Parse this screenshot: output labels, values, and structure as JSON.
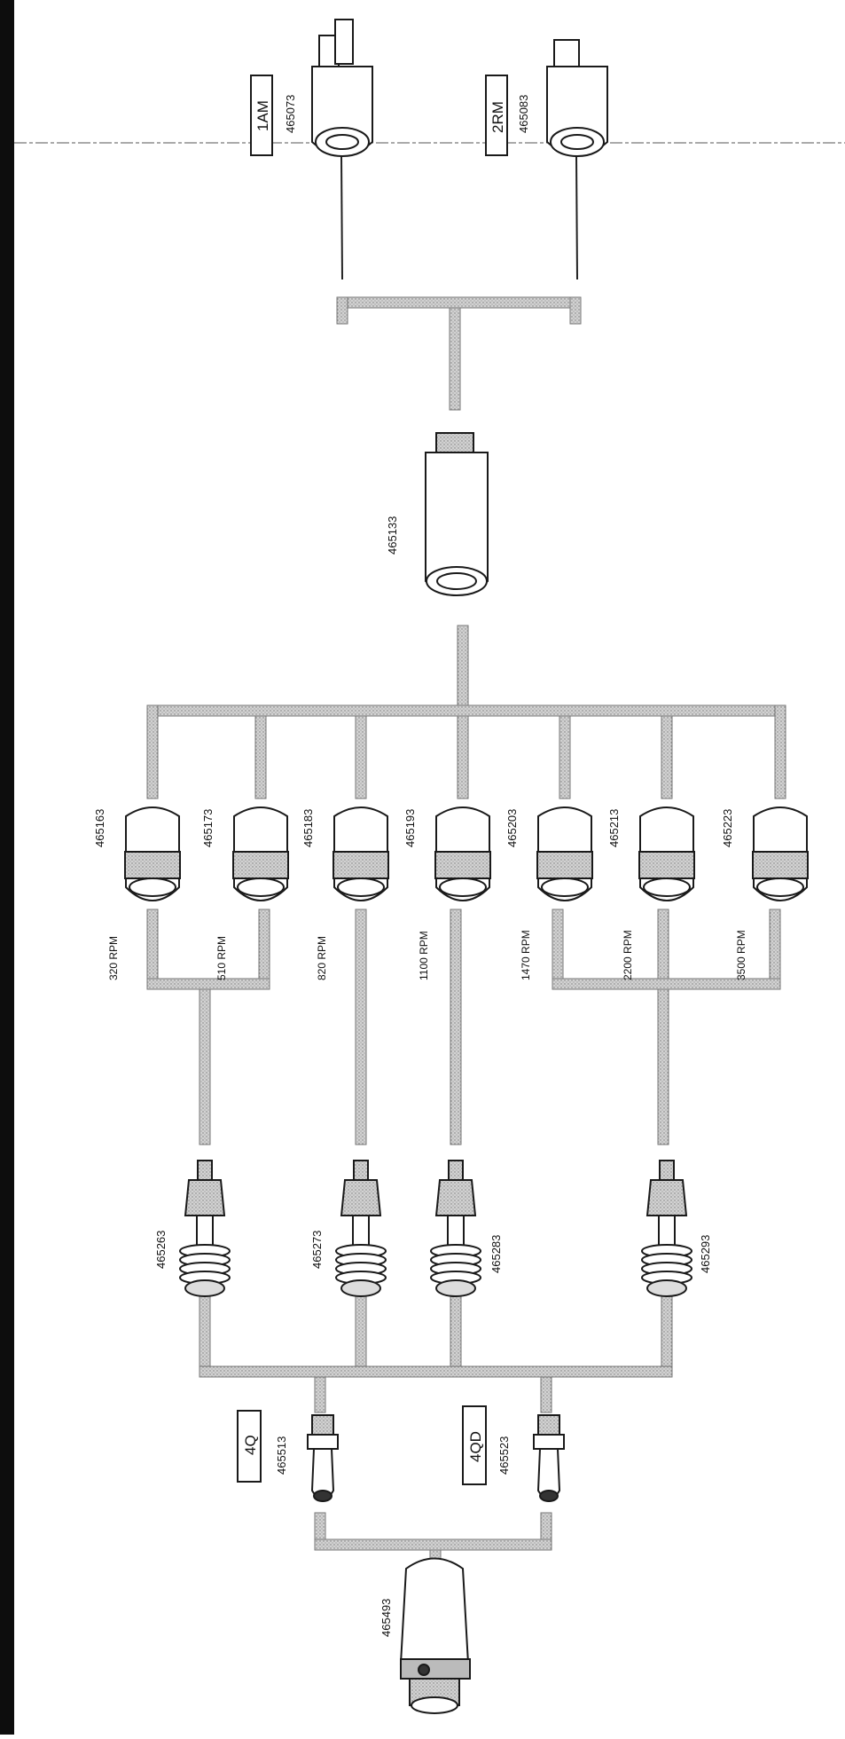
{
  "diagram": {
    "top_motors": [
      {
        "code": "1AM",
        "part": "465073"
      },
      {
        "code": "2RM",
        "part": "465083"
      }
    ],
    "housing": {
      "part": "465133"
    },
    "gearboxes": [
      {
        "part": "465163",
        "rpm": "320 RPM"
      },
      {
        "part": "465173",
        "rpm": "510 RPM"
      },
      {
        "part": "465183",
        "rpm": "820 RPM"
      },
      {
        "part": "465193",
        "rpm": "1100 RPM"
      },
      {
        "part": "465203",
        "rpm": "1470 RPM"
      },
      {
        "part": "465213",
        "rpm": "2200 RPM"
      },
      {
        "part": "465223",
        "rpm": "3500 RPM"
      }
    ],
    "spindles": [
      {
        "part": "465263"
      },
      {
        "part": "465273"
      },
      {
        "part": "465283"
      },
      {
        "part": "465293"
      }
    ],
    "quick_change": [
      {
        "code": "4Q",
        "part": "465513"
      },
      {
        "code": "4QD",
        "part": "465523"
      }
    ],
    "base_adapter": {
      "part": "465493"
    }
  },
  "colors": {
    "ink": "#1a1a1a",
    "connector_fill": "#c9c9c9",
    "connector_edge": "#777777",
    "left_border": "#0d0d0d"
  }
}
